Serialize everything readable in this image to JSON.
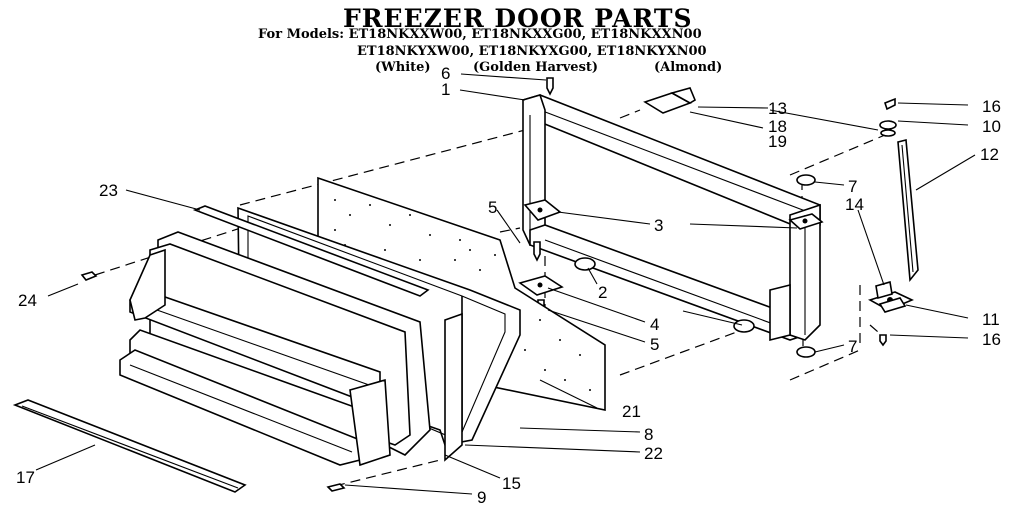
{
  "title": "FREEZER DOOR PARTS",
  "models": {
    "prefix": "For Models:",
    "line1": "ET18NKXXW00, ET18NKXXG00, ET18NKXXN00",
    "line2": "ET18NKYXW00, ET18NKYXG00, ET18NKYXN00",
    "finishes": [
      "(White)",
      "(Golden Harvest)",
      "(Almond)"
    ]
  },
  "part_labels": [
    "1",
    "2",
    "3",
    "4",
    "5",
    "5",
    "6",
    "7",
    "7",
    "8",
    "9",
    "10",
    "11",
    "12",
    "13",
    "14",
    "15",
    "16",
    "16",
    "17",
    "18",
    "19",
    "21",
    "22",
    "23",
    "24"
  ]
}
